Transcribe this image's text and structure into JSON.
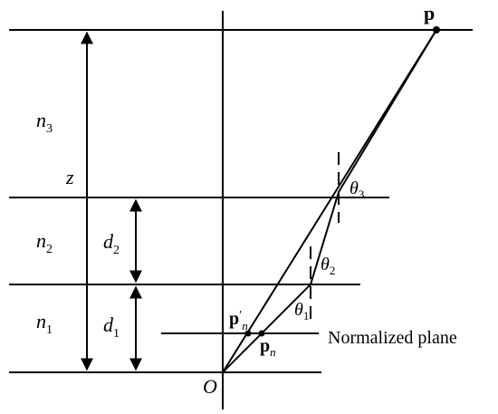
{
  "labels": {
    "point_p": "p",
    "n3": "n",
    "n3_sub": "3",
    "n2": "n",
    "n2_sub": "2",
    "n1": "n",
    "n1_sub": "1",
    "z": "z",
    "d2": "d",
    "d2_sub": "2",
    "d1": "d",
    "d1_sub": "1",
    "theta3": "θ",
    "theta3_sub": "3",
    "theta2": "θ",
    "theta2_sub": "2",
    "theta1": "θ",
    "theta1_sub": "1",
    "p_prime_n": "p",
    "p_prime_mark": "′",
    "p_prime_sub": "n",
    "p_n": "p",
    "p_n_sub": "n",
    "origin": "O",
    "normalized_plane": "Normalized plane"
  }
}
